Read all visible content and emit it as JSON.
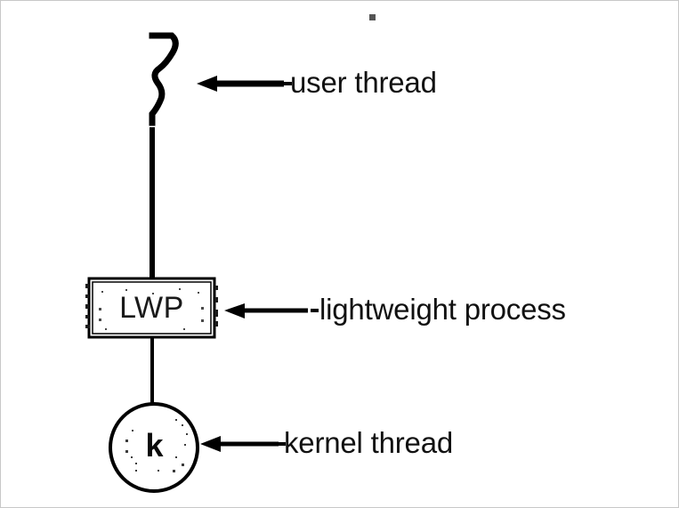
{
  "figure": {
    "background_color": "#ffffff",
    "ink_color": "#000000",
    "border_color": "#c8c8c8"
  },
  "nodes": {
    "user_thread": {
      "icon": "squiggle-wave-glyph",
      "label": "user thread"
    },
    "lwp": {
      "box_text": "LWP",
      "label": "lightweight process"
    },
    "kernel_thread": {
      "circle_text": "k",
      "label": "kernel thread"
    }
  },
  "connectors": {
    "user_to_lwp": "vertical-line",
    "lwp_to_kernel": "vertical-line"
  },
  "callouts": [
    {
      "target": "user thread",
      "direction": "left"
    },
    {
      "target": "lightweight process",
      "direction": "left"
    },
    {
      "target": "kernel thread",
      "direction": "left"
    }
  ],
  "artifact": {
    "name": "scan-speck"
  }
}
